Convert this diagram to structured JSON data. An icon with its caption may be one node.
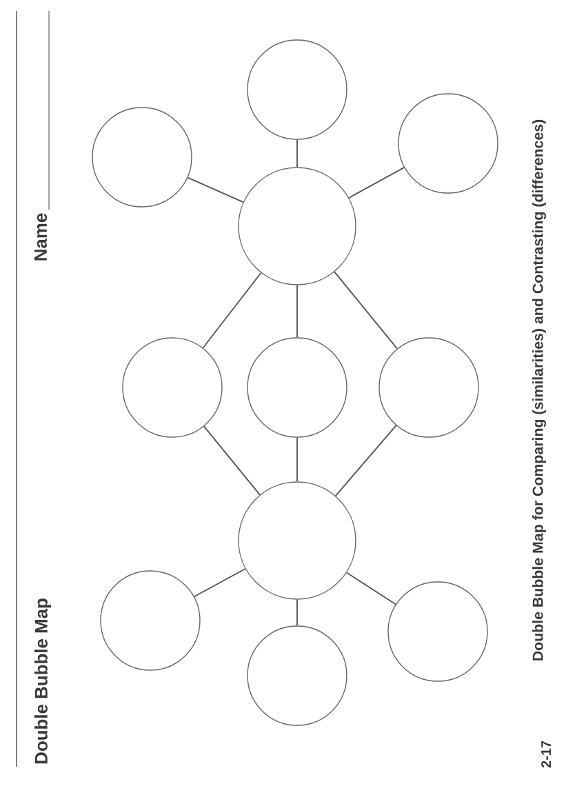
{
  "diagram": {
    "title": "Double Bubble Map",
    "caption": "Double Bubble Map for Comparing (similarities) and Contrasting (differences)",
    "nodes": [
      {
        "text": [],
        "shape": "circle"
      },
      {
        "text": [],
        "shape": "circle"
      },
      {
        "text": [],
        "shape": "circle"
      },
      {
        "text": [],
        "shape": "circle"
      },
      {
        "text": [],
        "shape": "circle"
      },
      {
        "text": [],
        "shape": "circle"
      },
      {
        "text": [],
        "shape": "circle"
      },
      {
        "text": [],
        "shape": "circle"
      },
      {
        "text": [],
        "shape": "circle"
      },
      {
        "text": [],
        "shape": "circle"
      },
      {
        "text": [],
        "shape": "circle"
      }
    ],
    "edges": [
      {
        "from": 0,
        "to": 3,
        "arrow": "none"
      },
      {
        "from": 1,
        "to": 3,
        "arrow": "none"
      },
      {
        "from": 2,
        "to": 3,
        "arrow": "none"
      },
      {
        "from": 3,
        "to": 4,
        "arrow": "none"
      },
      {
        "from": 3,
        "to": 5,
        "arrow": "none"
      },
      {
        "from": 3,
        "to": 6,
        "arrow": "none"
      },
      {
        "from": 4,
        "to": 7,
        "arrow": "none"
      },
      {
        "from": 5,
        "to": 7,
        "arrow": "none"
      },
      {
        "from": 6,
        "to": 7,
        "arrow": "none"
      },
      {
        "from": 7,
        "to": 8,
        "arrow": "none"
      },
      {
        "from": 7,
        "to": 9,
        "arrow": "none"
      },
      {
        "from": 7,
        "to": 10,
        "arrow": "none"
      }
    ],
    "labels": [
      "Name",
      "2-17"
    ]
  }
}
